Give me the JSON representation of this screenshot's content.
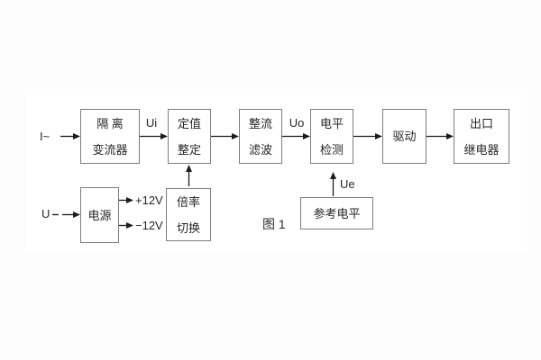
{
  "figure_caption": "图 1",
  "blocks": {
    "isolation": {
      "line1": "隔 离",
      "line2": "变流器"
    },
    "setting": {
      "line1": "定值",
      "line2": "整定"
    },
    "rectify": {
      "line1": "整流",
      "line2": "滤波"
    },
    "level": {
      "line1": "电平",
      "line2": "检测"
    },
    "drive": {
      "label": "驱动"
    },
    "relay": {
      "line1": "出口",
      "line2": "继电器"
    },
    "power": {
      "label": "电源"
    },
    "ratio": {
      "line1": "倍率",
      "line2": "切换"
    },
    "reference": {
      "label": "参考电平"
    }
  },
  "labels": {
    "input_current": "I~",
    "input_voltage": "U",
    "ui": "Ui",
    "uo": "Uo",
    "ue": "Ue",
    "plus_12v": "+12V",
    "minus_12v": "−12V"
  },
  "colors": {
    "page_background": "#fcfcfc",
    "panel_background": "#ffffff",
    "block_border": "#7d7d7d",
    "text": "#262626",
    "wire": "#1c1c1c"
  }
}
